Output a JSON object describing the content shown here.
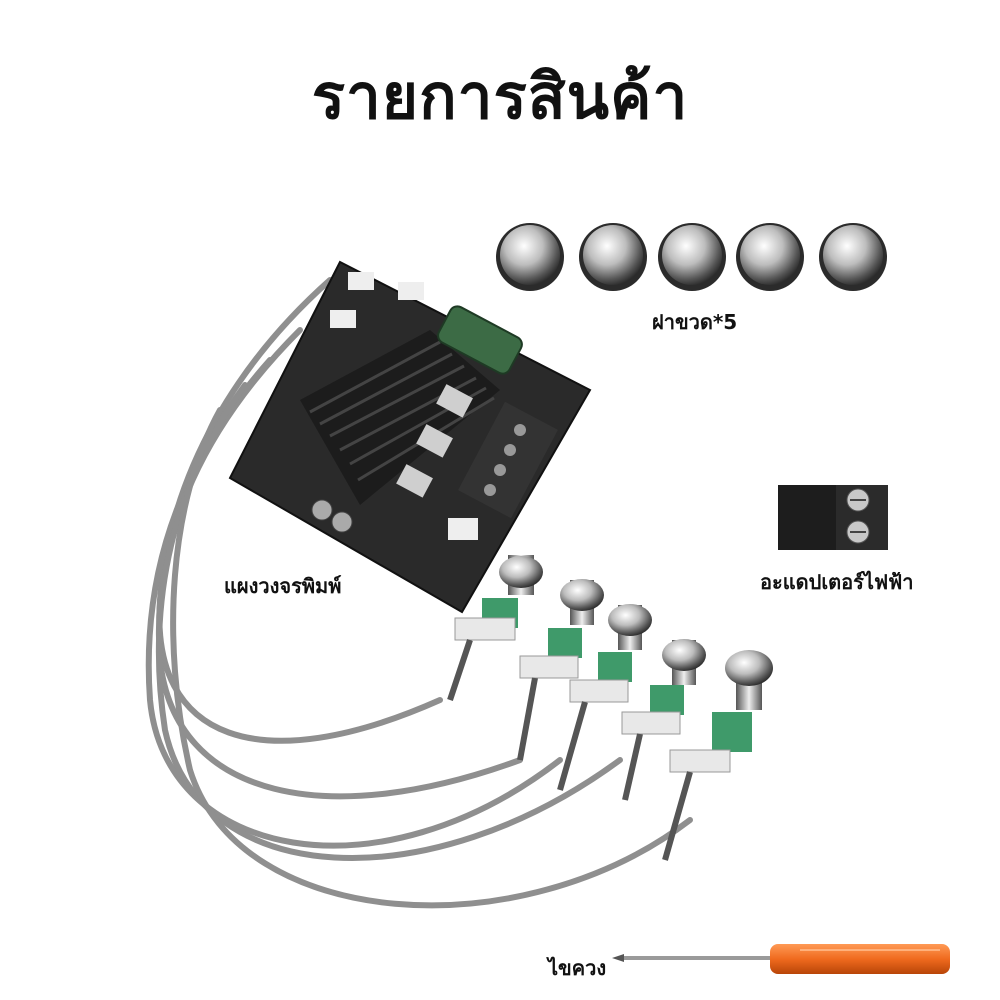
{
  "title": "รายการสินค้า",
  "items": {
    "knob_caps": {
      "label": "ฝาขวด*5",
      "count": 5
    },
    "circuit_board": {
      "label": "แผงวงจรพิมพ์"
    },
    "power_adapter": {
      "label": "อะแดปเตอร์ไฟฟ้า"
    },
    "screwdriver": {
      "label": "ไขควง"
    }
  },
  "colors": {
    "cable": "#8f8f8f",
    "board": "#2a2a2a",
    "heatsink": "#1c1c1c",
    "capacitor": "#3c6b45",
    "screwdriver_handle": "#f06a1e",
    "pot_body": "#3f9a6a",
    "terminal": "#333333"
  }
}
